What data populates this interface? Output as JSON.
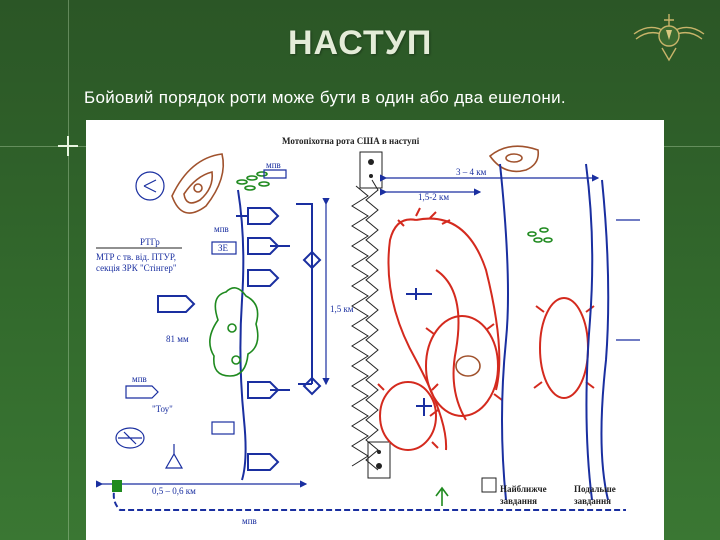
{
  "slide": {
    "title": "НАСТУП",
    "subtitle": "Бойовий порядок роти може бути в один або два ешелони."
  },
  "diagram": {
    "heading": "Мотопіхотна рота США в наступі",
    "labels": {
      "mpv_top": "мпв",
      "mpv_left": "мпв",
      "mpv_lower": "мпв",
      "mpv_bottom": "мпв",
      "rtgr": "РТГр",
      "mtr_line1": "МТР с тв. від. ПТУР,",
      "mtr_line2": "секція ЗРК \"Стінгер\"",
      "mortar": "81 мм",
      "tow": "\"Тоу\"",
      "dist_3_4": "3 – 4 км",
      "dist_1_5_2": "1,5-2 км",
      "dist_1_5": "1,5 км",
      "dist_0_5_0_6": "0,5 – 0,6 км",
      "immediate_task_1": "Найближче",
      "immediate_task_2": "завдання",
      "further_task_1": "Подальше",
      "further_task_2": "завдання"
    },
    "colors": {
      "blue": "#1a2fa0",
      "red": "#d42a1e",
      "green": "#1f8a1f",
      "brown": "#a0522d"
    }
  }
}
